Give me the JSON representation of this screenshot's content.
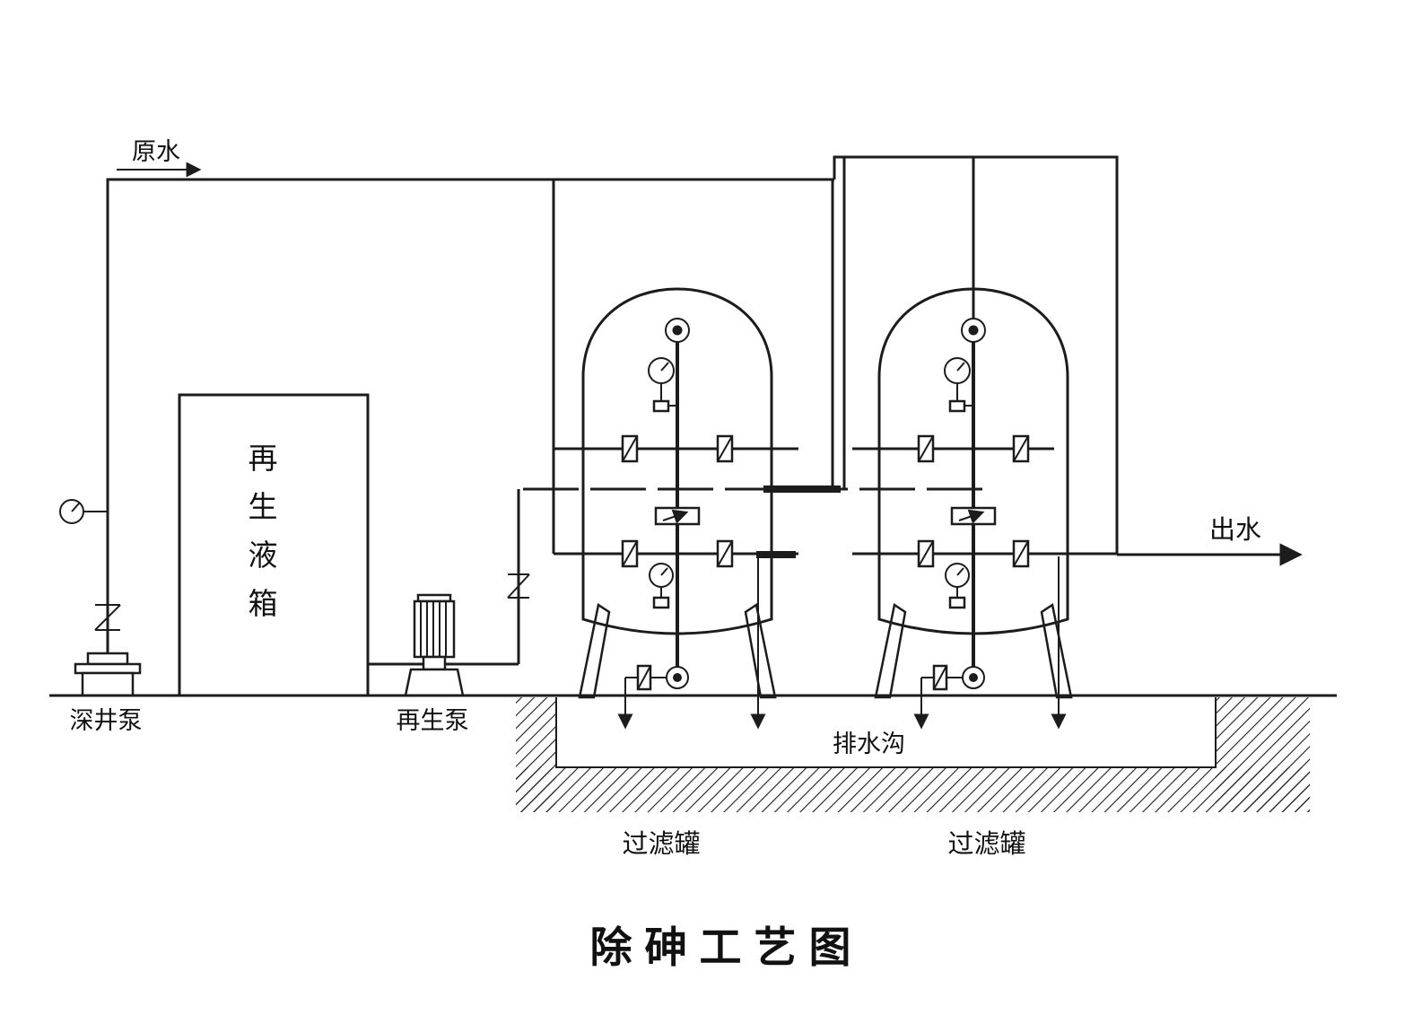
{
  "title": "除砷工艺图",
  "labels": {
    "raw_water": "原水",
    "outlet_water": "出水",
    "deep_well_pump": "深井泵",
    "regen_pump": "再生泵",
    "drain_ditch": "排水沟",
    "filter_tank_left": "过滤罐",
    "filter_tank_right": "过滤罐",
    "regen_tank_chars": [
      "再",
      "生",
      "液",
      "箱"
    ]
  },
  "colors": {
    "line": "#1c1c1c",
    "background": "#ffffff"
  }
}
